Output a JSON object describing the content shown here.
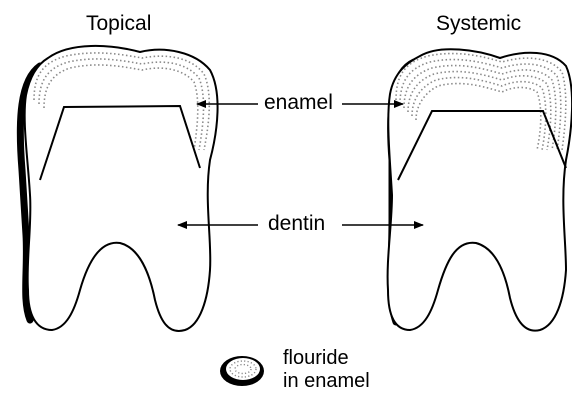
{
  "diagram": {
    "title_left": "Topical",
    "title_right": "Systemic",
    "label_enamel": "enamel",
    "label_dentin": "dentin",
    "legend_line1": "flouride",
    "legend_line2": "in enamel",
    "ink_color": "#000000",
    "dot_color": "#8a8a8a",
    "background": "#ffffff"
  }
}
